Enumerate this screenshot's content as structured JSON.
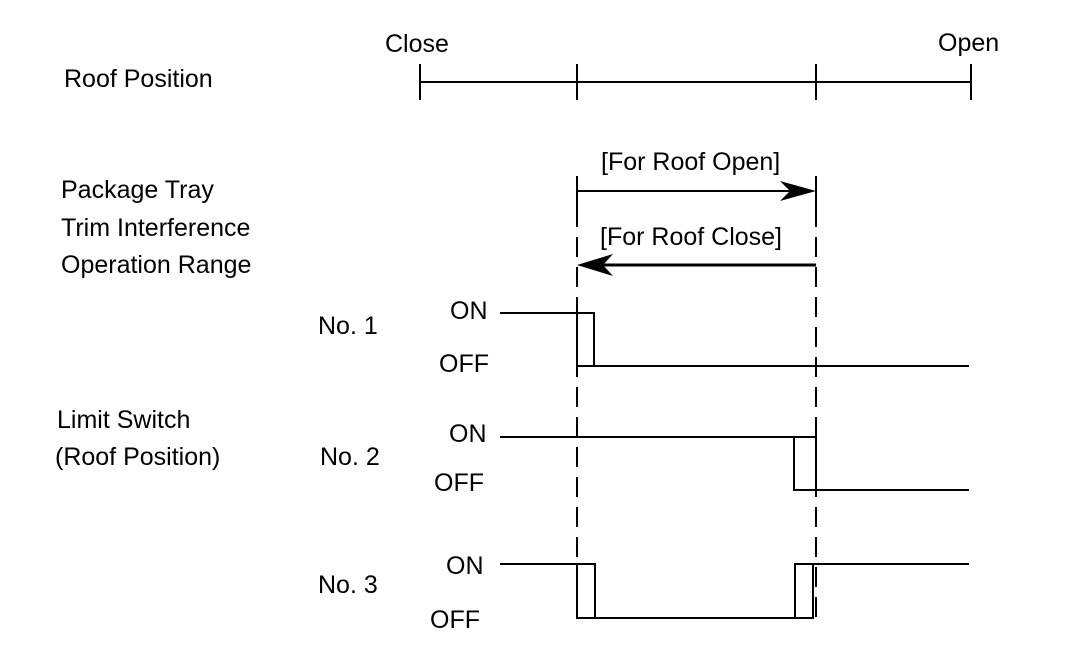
{
  "roof_position": {
    "label": "Roof Position",
    "close_label": "Close",
    "open_label": "Open"
  },
  "operation_range": {
    "label_lines": [
      "Package Tray",
      "Trim Interference",
      "Operation Range"
    ],
    "open_label": "[For Roof Open]",
    "close_label": "[For Roof Close]"
  },
  "limit_switch": {
    "label_lines": [
      "Limit Switch",
      "(Roof Position)"
    ],
    "switches": [
      {
        "name": "No. 1",
        "on_label": "ON",
        "off_label": "OFF"
      },
      {
        "name": "No. 2",
        "on_label": "ON",
        "off_label": "OFF"
      },
      {
        "name": "No. 3",
        "on_label": "ON",
        "off_label": "OFF"
      }
    ]
  },
  "colors": {
    "line": "#000000",
    "background": "#ffffff"
  }
}
